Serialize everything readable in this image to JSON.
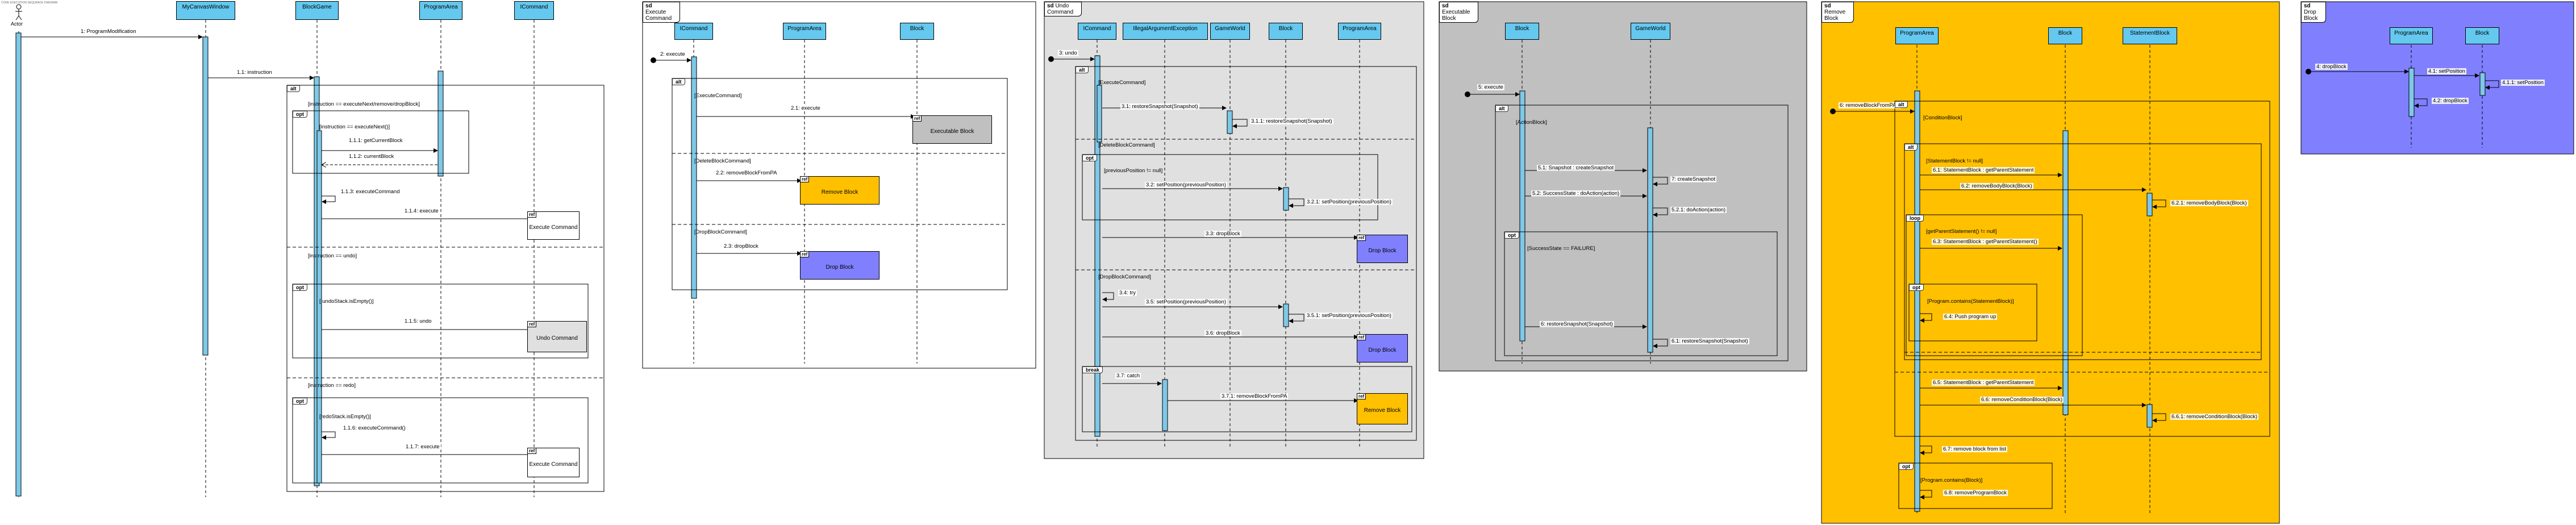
{
  "top_note": "CODE EXECUTION SEQUENCE DIAGRAM",
  "main": {
    "actor": "Actor",
    "lifelines": [
      "MyCanvasWindow",
      "BlockGame",
      "ProgramArea",
      "ICommand"
    ],
    "messages": {
      "m1": "1: ProgramModification",
      "m11": "1.1: instruction",
      "m111": "1.1.1: getCurrentBlock",
      "m112": "1.1.2: currentBlock",
      "m113": "1.1.3: executeCommand",
      "m114": "1.1.4: execute",
      "m115": "1.1.5: undo",
      "m116": "1.1.6: executeCommand()",
      "m117": "1.1.7: execute"
    },
    "frames": {
      "alt": "alt",
      "opt": "opt"
    },
    "guards": {
      "g1": "[instruction == executeNext/remove/dropBlock]",
      "g2": "[instruction == executeNext()]",
      "g3": "[instruction == undo]",
      "g4": "[!undoStack.isEmpty()]",
      "g5": "[instruction == redo]",
      "g6": "[redoStack.isEmpty()]"
    },
    "refs": {
      "r1": "Execute Command",
      "r2": "Undo Command",
      "r3": "Execute Command"
    }
  },
  "execute_command": {
    "title": "Execute Command",
    "lifelines": [
      "ICommand",
      "ProgramArea",
      "Block"
    ],
    "m2": "2: execute",
    "alt": "alt",
    "g1": "[ExecuteCommand]",
    "m21": "2.1: execute",
    "ref1": "Executable Block",
    "g2": "[DeleteBlockCommand]",
    "m22": "2.2: removeBlockFromPA",
    "ref2": "Remove Block",
    "g3": "[DropBlockCommand]",
    "m23": "2.3: dropBlock",
    "ref3": "Drop Block"
  },
  "undo_command": {
    "title": "Undo Command",
    "lifelines": [
      "ICommand",
      "IllegalArgumentException",
      "GameWorld",
      "Block",
      "ProgramArea"
    ],
    "m3": "3: undo",
    "alt": "alt",
    "opt": "opt",
    "break": "break",
    "g1": "[ExecuteCommand]",
    "m31": "3.1: restoreSnapshot(Snapshot)",
    "m311": "3.1.1: restoreSnapshot(Snapshot)",
    "g2": "[DeleteBlockCommand]",
    "g3": "[previousPosition != null]",
    "m32": "3.2: setPosition(previousPosition)",
    "m321": "3.2.1: setPosition(previousPosition)",
    "m33": "3.3: dropBlock",
    "ref1": "Drop Block",
    "g4": "[DropBlockCommand]",
    "m34": "3.4: try",
    "m35": "3.5: setPosition(previousPosition)",
    "m351": "3.5.1: setPosition(previousPosition)",
    "m36": "3.6: dropBlock",
    "ref2": "Drop Block",
    "m37": "3.7: catch",
    "m371": "3.7.1: removeBlockFromPA",
    "ref3": "Remove Block"
  },
  "executable_block": {
    "title": "Executable Block",
    "lifelines": [
      "Block",
      "GameWorld"
    ],
    "m5": "5: execute",
    "alt": "alt",
    "opt": "opt",
    "g1": "[ActionBlock]",
    "m51": "5.1: Snapshot : createSnapshot",
    "m511": "7: createSnapshot",
    "m52": "5.2: SuccessState : doAction(action)",
    "m521": "5.2.1: doAction(action)",
    "g2": "[SuccessState == FAILURE]",
    "m6": "6: restoreSnapshot(Snapshot)",
    "m61": "6.1: restoreSnapshot(Snapshot)"
  },
  "remove_block": {
    "title": "Remove Block",
    "lifelines": [
      "ProgramArea",
      "Block",
      "StatementBlock"
    ],
    "m6": "6: removeBlockFromPA()",
    "alt": "alt",
    "opt": "opt",
    "loop": "loop",
    "g1": "[ConditionBlock]",
    "g2": "[StatementBlock != null]",
    "m61": "6.1: StatementBlock : getParentStatement",
    "m62": "6.2: removeBodyBlock(Block)",
    "m621": "6.2.1: removeBodyBlock(Block)",
    "g3": "[getParentStatement() != null]",
    "m63": "6.3: StatementBlock : getParentStatement()",
    "g4": "[Program.contains(StatementBlock)]",
    "m64": "6.4: Push program up",
    "m65": "6.5: StatementBlock : getParentStatement",
    "m66": "6.6: removeConditionBlock(Block)",
    "m661": "6.6.1: removeConditionBlock(Block)",
    "m67": "6.7: remove block from list",
    "g5": "[Program.contains(Block)]",
    "m68": "6.8: removeProgramBlock"
  },
  "drop_block": {
    "title": "Drop Block",
    "lifelines": [
      "ProgramArea",
      "Block"
    ],
    "m4": "4: dropBlock",
    "m41": "4.1: setPosition",
    "m411": "4.1.1: setPosition",
    "m42": "4.2: dropBlock"
  },
  "colors": {
    "lifeline_head": "#64c8ef",
    "activation": "#7ec8e8",
    "undo_bg": "#e0e0e0",
    "exec_bg": "#c0c0c0",
    "remove_bg": "#ffc000",
    "drop_bg": "#8080ff",
    "ref_remove": "#ffc000",
    "ref_drop": "#8080ff",
    "ref_exec": "#c0c0c0"
  }
}
